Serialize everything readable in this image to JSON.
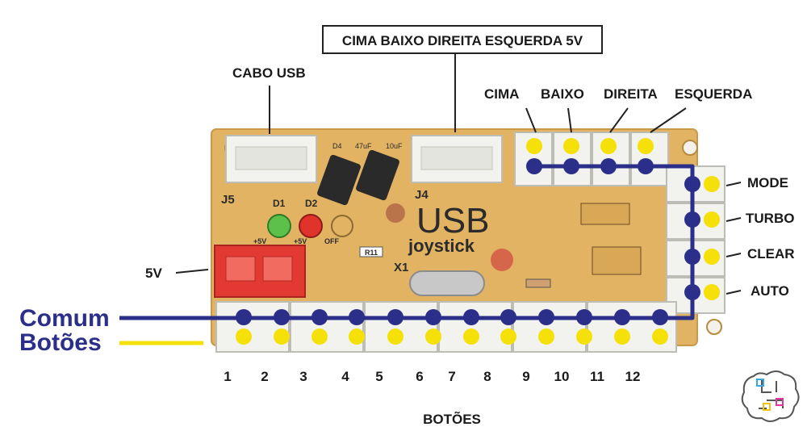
{
  "top_box_label": "CIMA BAIXO DIREITA ESQUERDA 5V",
  "usb_cable_label": "CABO USB",
  "direction_labels": [
    "CIMA",
    "BAIXO",
    "DIREITA",
    "ESQUERDA"
  ],
  "side_labels": [
    "MODE",
    "TURBO",
    "CLEAR",
    "AUTO"
  ],
  "power_label": "5V",
  "legend": {
    "common": "Comum",
    "buttons": "Botões"
  },
  "button_numbers": [
    "1",
    "2",
    "3",
    "4",
    "5",
    "6",
    "7",
    "8",
    "9",
    "10",
    "11",
    "12"
  ],
  "bottom_label": "BOTÕES",
  "board_text": {
    "usb": "USB",
    "joystick": "joystick",
    "j5": "J5",
    "j4": "J4",
    "d1": "D1",
    "d2": "D2",
    "x1": "X1",
    "r11": "R11",
    "plus5v_a": "+5V",
    "plus5v_b": "+5V",
    "off": "OFF",
    "d4": "D4",
    "cap1": "47uF",
    "cap2": "10uF"
  },
  "colors": {
    "common_wire": "#2b2f8a",
    "buttons_wire": "#f5e00a",
    "pcb": "#e2b363",
    "connector": "#f2f2ee",
    "power_connector": "#e23a32"
  }
}
